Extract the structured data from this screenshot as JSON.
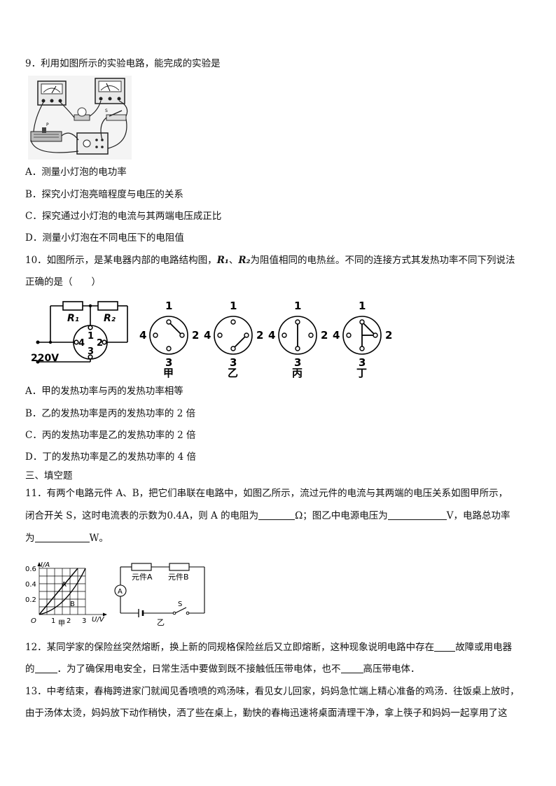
{
  "q9": {
    "stem": "9．利用如图所示的实验电路，能完成的实验是",
    "options": [
      "A．测量小灯泡的电功率",
      "B．探究小灯泡亮暗程度与电压的关系",
      "C．探究通过小灯泡的电流与其两端电压成正比",
      "D．测量小灯泡在不同电压下的电阻值"
    ]
  },
  "q10": {
    "stem_line1_a": "10．如图所示，是某电器内部的电路结构图，",
    "r1": "R₁",
    "sep": "、",
    "r2": "R₂",
    "stem_line1_b": "为阻值相同的电热丝。不同的连接方式其发热功率不同下列说法",
    "stem_line2": "正确的是（　　）",
    "figure": {
      "r1_label": "R₁",
      "r2_label": "R₂",
      "voltage": "220V",
      "terminal_labels": [
        "1",
        "2",
        "3",
        "4"
      ],
      "panels": [
        "甲",
        "乙",
        "丙",
        "丁"
      ]
    },
    "options": [
      "A．甲的发热功率与丙的发热功率相等",
      "B．乙的发热功率是丙的发热功率的 2 倍",
      "C．丙的发热功率是乙的发热功率的 2 倍",
      "D．丁的发热功率是乙的发热功率的 4 倍"
    ]
  },
  "section3": "三、填空题",
  "q11": {
    "line1": "11．有两个电路元件 A、B，把它们串联在电路中，如图乙所示，流过元件的电流与其两端的电压关系如图甲所示，",
    "line2_a": "闭合开关 S，这时电流表的示数为0.4A，则 A 的电阻为",
    "line2_b": "Ω；图乙中电源电压为",
    "line2_c": "V，电路总功率",
    "line3_a": "为",
    "line3_b": "W。",
    "graph": {
      "ylabel": "I/A",
      "xlabel": "U/V",
      "y_ticks": [
        "0.6",
        "0.4",
        "0.2"
      ],
      "x_ticks": [
        "1",
        "2",
        "3"
      ],
      "origin": "O",
      "curve_a": "A",
      "curve_b": "B",
      "caption": "甲"
    },
    "circuit": {
      "element_a": "元件A",
      "element_b": "元件B",
      "ammeter": "A",
      "switch": "S",
      "caption": "乙"
    }
  },
  "q12": {
    "line1_a": "12．某同学家的保险丝突然熔断，换上新的同规格保险丝后又立即熔断，这种现象说明电路中存在",
    "line1_b": "故障或用电器",
    "line2_a": "的",
    "line2_b": "．为了确保用电安全，日常生活中要做到既不接触低压带电体，也不",
    "line2_c": "高压带电体．"
  },
  "q13": {
    "line1": "13．中考结束，春梅跨进家门就闻见香喷喷的鸡汤味，看见女儿回家，妈妈急忙端上精心准备的鸡汤．往饭桌上放时，",
    "line2": "由于汤体太烫，妈妈放下动作稍快，洒了些在桌上，勤快的春梅迅速将桌面清理干净，拿上筷子和妈妈一起享用了这"
  }
}
